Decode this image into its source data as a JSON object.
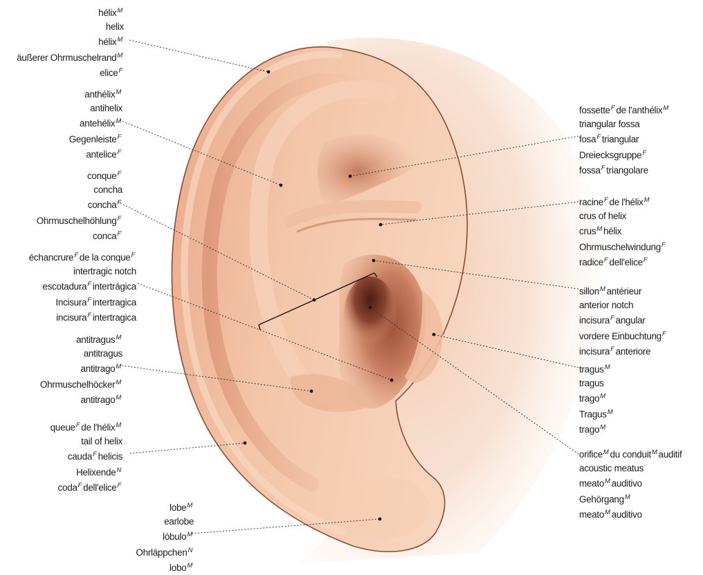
{
  "labels": [
    {
      "id": "helix",
      "lines": [
        [
          {
            "t": "hélix",
            "g": "M"
          }
        ],
        [
          {
            "t": "helix"
          }
        ],
        [
          {
            "t": "hélix",
            "g": "M"
          }
        ],
        [
          {
            "t": "äußerer Ohrmuschelrand",
            "g": "M"
          }
        ],
        [
          {
            "t": "elice",
            "g": "F"
          }
        ]
      ]
    },
    {
      "id": "antihelix",
      "lines": [
        [
          {
            "t": "anthélix",
            "g": "M"
          }
        ],
        [
          {
            "t": "antihelix"
          }
        ],
        [
          {
            "t": "antehélix",
            "g": "M"
          }
        ],
        [
          {
            "t": "Gegenleiste",
            "g": "F"
          }
        ],
        [
          {
            "t": "antelice",
            "g": "F"
          }
        ]
      ]
    },
    {
      "id": "concha",
      "lines": [
        [
          {
            "t": "conque",
            "g": "F"
          }
        ],
        [
          {
            "t": "concha"
          }
        ],
        [
          {
            "t": "concha",
            "g": "F"
          }
        ],
        [
          {
            "t": "Ohrmuschelhöhlung",
            "g": "F"
          }
        ],
        [
          {
            "t": "conca",
            "g": "F"
          }
        ]
      ]
    },
    {
      "id": "intertragic-notch",
      "lines": [
        [
          {
            "t": "échancrure",
            "g": "F"
          },
          {
            "t": "de la conque",
            "g": "F"
          }
        ],
        [
          {
            "t": "intertragic notch"
          }
        ],
        [
          {
            "t": "escotadura",
            "g": "F"
          },
          {
            "t": "intertrágica"
          }
        ],
        [
          {
            "t": "Incisura",
            "g": "F"
          },
          {
            "t": "intertragica"
          }
        ],
        [
          {
            "t": "incisura",
            "g": "F"
          },
          {
            "t": "intertragica"
          }
        ]
      ]
    },
    {
      "id": "antitragus",
      "lines": [
        [
          {
            "t": "antitragus",
            "g": "M"
          }
        ],
        [
          {
            "t": "antitragus"
          }
        ],
        [
          {
            "t": "antitrago",
            "g": "M"
          }
        ],
        [
          {
            "t": "Ohrmuschelhöcker",
            "g": "M"
          }
        ],
        [
          {
            "t": "antitrago",
            "g": "M"
          }
        ]
      ]
    },
    {
      "id": "tail-of-helix",
      "lines": [
        [
          {
            "t": "queue",
            "g": "F"
          },
          {
            "t": "de l'hélix",
            "g": "M"
          }
        ],
        [
          {
            "t": "tail of helix"
          }
        ],
        [
          {
            "t": "cauda",
            "g": "F"
          },
          {
            "t": "helicis"
          }
        ],
        [
          {
            "t": "Helixende",
            "g": "N"
          }
        ],
        [
          {
            "t": "coda",
            "g": "F"
          },
          {
            "t": "dell'elice",
            "g": "F"
          }
        ]
      ]
    },
    {
      "id": "lobe",
      "lines": [
        [
          {
            "t": "lobe",
            "g": "M"
          }
        ],
        [
          {
            "t": "earlobe"
          }
        ],
        [
          {
            "t": "lóbulo",
            "g": "M"
          }
        ],
        [
          {
            "t": "Ohrläppchen",
            "g": "N"
          }
        ],
        [
          {
            "t": "lobo",
            "g": "M"
          }
        ]
      ]
    },
    {
      "id": "triangular-fossa",
      "lines": [
        [
          {
            "t": "fossette",
            "g": "F"
          },
          {
            "t": "de l'anthélix",
            "g": "M"
          }
        ],
        [
          {
            "t": "triangular fossa"
          }
        ],
        [
          {
            "t": "fosa",
            "g": "F"
          },
          {
            "t": "triangular"
          }
        ],
        [
          {
            "t": "Dreiecksgruppe",
            "g": "F"
          }
        ],
        [
          {
            "t": "fossa",
            "g": "F"
          },
          {
            "t": "triangolare"
          }
        ]
      ]
    },
    {
      "id": "crus-of-helix",
      "lines": [
        [
          {
            "t": "racine",
            "g": "F"
          },
          {
            "t": "de l'hélix",
            "g": "M"
          }
        ],
        [
          {
            "t": "crus of helix"
          }
        ],
        [
          {
            "t": "crus",
            "g": "M"
          },
          {
            "t": "hélix"
          }
        ],
        [
          {
            "t": "Ohrmuschelwindung",
            "g": "F"
          }
        ],
        [
          {
            "t": "radice",
            "g": "F"
          },
          {
            "t": "dell'elice",
            "g": "F"
          }
        ]
      ]
    },
    {
      "id": "anterior-notch",
      "lines": [
        [
          {
            "t": "sillon",
            "g": "M"
          },
          {
            "t": "antérieur"
          }
        ],
        [
          {
            "t": "anterior notch"
          }
        ],
        [
          {
            "t": "incisura",
            "g": "F"
          },
          {
            "t": "angular"
          }
        ],
        [
          {
            "t": "vordere Einbuchtung",
            "g": "F"
          }
        ],
        [
          {
            "t": "incisura",
            "g": "F"
          },
          {
            "t": "anteriore"
          }
        ]
      ]
    },
    {
      "id": "tragus",
      "lines": [
        [
          {
            "t": "tragus",
            "g": "M"
          }
        ],
        [
          {
            "t": "tragus"
          }
        ],
        [
          {
            "t": "trago",
            "g": "M"
          }
        ],
        [
          {
            "t": "Tragus",
            "g": "M"
          }
        ],
        [
          {
            "t": "trago",
            "g": "M"
          }
        ]
      ]
    },
    {
      "id": "acoustic-meatus",
      "lines": [
        [
          {
            "t": "orifice",
            "g": "M"
          },
          {
            "t": "du conduit",
            "g": "M"
          },
          {
            "t": "auditif"
          }
        ],
        [
          {
            "t": "acoustic meatus"
          }
        ],
        [
          {
            "t": "meato",
            "g": "M"
          },
          {
            "t": "auditivo"
          }
        ],
        [
          {
            "t": "Gehörgang",
            "g": "M"
          }
        ],
        [
          {
            "t": "meato",
            "g": "M"
          },
          {
            "t": "auditivo"
          }
        ]
      ]
    }
  ],
  "colors": {
    "skin_light": "#f6d3b8",
    "skin_mid": "#eab394",
    "skin_dark": "#c98566",
    "shadow": "#7a3b28",
    "leader": "#333333",
    "text": "#1b1b1b"
  }
}
